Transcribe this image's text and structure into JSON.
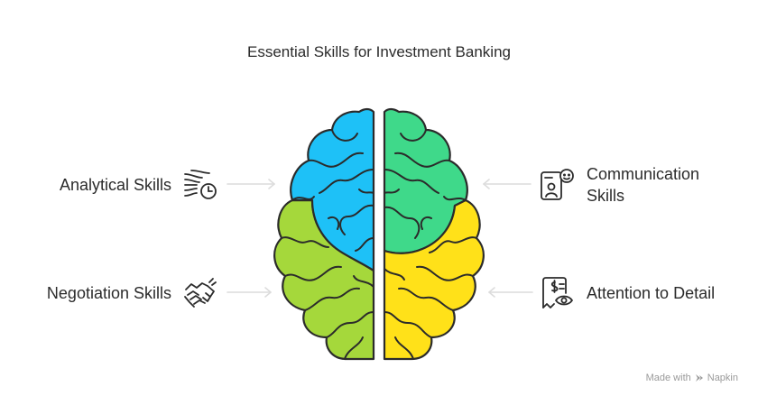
{
  "title": "Essential Skills for Investment Banking",
  "skills": [
    {
      "label": "Analytical Skills",
      "icon": "wind-timer-icon",
      "color": "#1EC1F7"
    },
    {
      "label": "Negotiation Skills",
      "icon": "handshake-icon",
      "color": "#A5D83B"
    },
    {
      "label": "Communication Skills",
      "icon": "chat-person-icon",
      "color": "#3FD98A"
    },
    {
      "label": "Attention to Detail",
      "icon": "document-eye-icon",
      "color": "#FFE119"
    }
  ],
  "watermark": {
    "prefix": "Made with",
    "brand": "Napkin"
  }
}
